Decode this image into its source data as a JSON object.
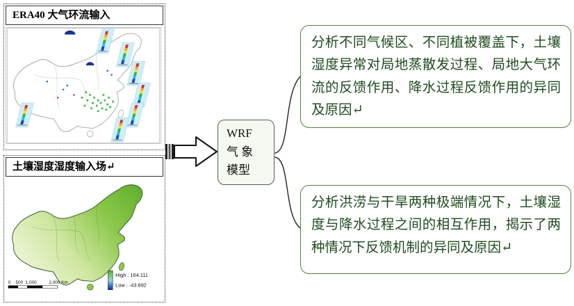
{
  "diagram": {
    "panels": {
      "era40": {
        "title": "ERA40  大气环流输入"
      },
      "soil": {
        "title": "土壤湿度湿度输入场↵",
        "legend_high": "High : 164.111",
        "legend_low": "Low : -43.692",
        "scale": "0    500  1,000          2,000 Km"
      }
    },
    "wrf": {
      "lines": [
        "WRF",
        "气 象",
        "模型"
      ]
    },
    "analysis": {
      "box1": "分析不同气候区、不同植被覆盖下，土壤湿度异常对局地蒸散发过程、局地大气环流的反馈作用、降水过程反馈作用的异同及原因↵",
      "box2": "分析洪涝与干旱两种极端情况下，土壤湿度与降水过程之间的相互作用，揭示了两种情况下反馈机制的异同及原因↵"
    },
    "colors": {
      "accent_green": "#538135",
      "text_green": "#1f4b1f",
      "soil_blue": "#0e27b5",
      "strip_blue": "#cdeef9"
    }
  }
}
